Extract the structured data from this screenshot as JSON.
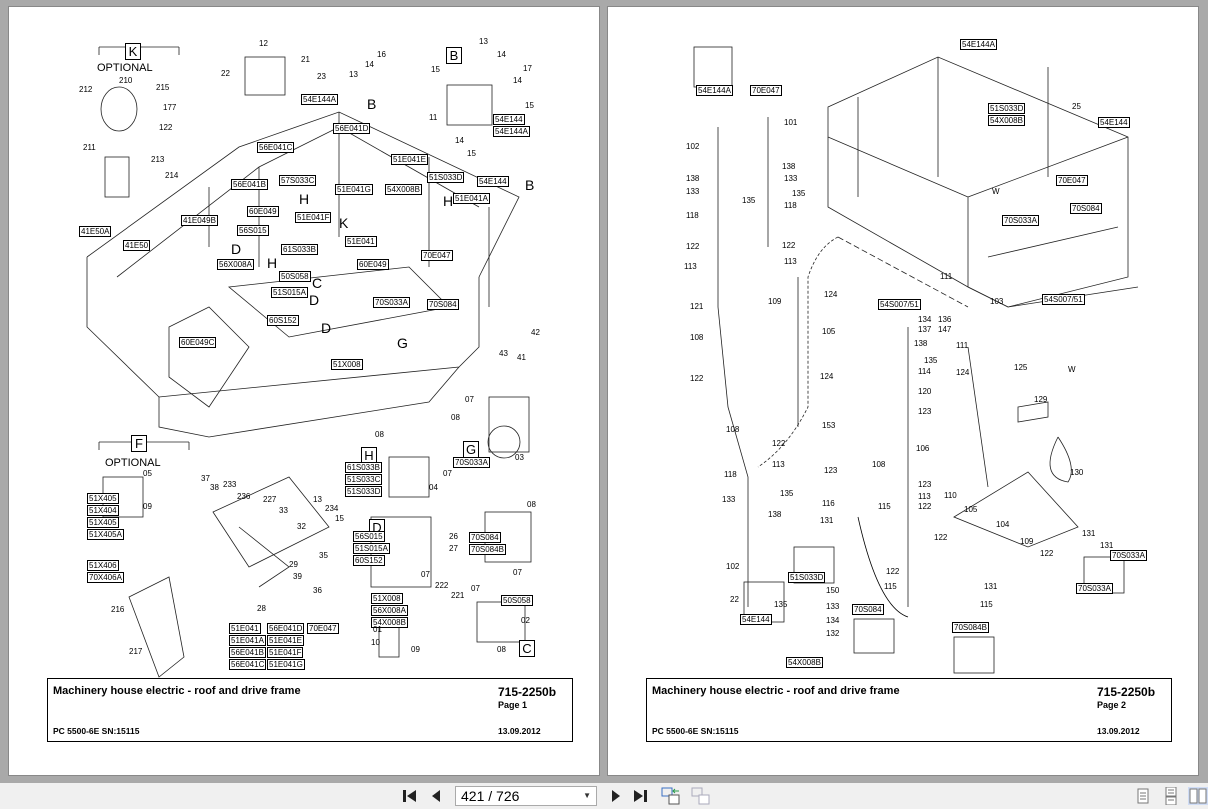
{
  "viewer": {
    "page_indicator": "421 / 726",
    "buttons": {
      "first": "first-page",
      "prev": "previous-page",
      "next": "next-page",
      "last": "last-page"
    }
  },
  "page1": {
    "title": "Machinery house electric - roof and drive frame",
    "doc_number": "715-2250b",
    "page": "Page 1",
    "model": "PC 5500-6E SN:15115",
    "date": "13.09.2012",
    "optional_k": "OPTIONAL",
    "optional_f": "OPTIONAL",
    "letters": [
      "K",
      "F",
      "B",
      "H",
      "G",
      "D",
      "C"
    ],
    "callout_letters": [
      "B",
      "B",
      "H",
      "H",
      "K",
      "D",
      "H",
      "C",
      "D",
      "D",
      "G"
    ],
    "boxed": [
      "54E144A",
      "56E041D",
      "56E041C",
      "51E041E",
      "57S033C",
      "51S033D",
      "56E041B",
      "51E041G",
      "54X008B",
      "51E041A",
      "54E144",
      "60E049",
      "51E041F",
      "41E049B",
      "56S015",
      "41E50A",
      "61S033B",
      "51E041",
      "41E50",
      "56X008A",
      "60E049",
      "70E047",
      "50S058",
      "51S015A",
      "70S033A",
      "70S084",
      "60S152",
      "60E049C",
      "51X008",
      "54E144",
      "54E144A",
      "61S033B",
      "51S033C",
      "51S033D",
      "70S033A",
      "51X405",
      "51X404",
      "51X405",
      "51X405A",
      "51X406",
      "70X406A",
      "56S015",
      "51S015A",
      "60S152",
      "70S084",
      "70S084B",
      "51E041",
      "56E041D",
      "70E047",
      "51E041A",
      "51E041E",
      "56E041B",
      "51E041F",
      "56E041C",
      "51E041G",
      "51X008",
      "56X008A",
      "54X008B",
      "50S058"
    ],
    "numbers": [
      "12",
      "21",
      "22",
      "23",
      "210",
      "212",
      "215",
      "177",
      "122",
      "211",
      "213",
      "214",
      "16",
      "14",
      "13",
      "15",
      "11",
      "13",
      "14",
      "17",
      "14",
      "15",
      "14",
      "15",
      "42",
      "43",
      "41",
      "07",
      "08",
      "03",
      "08",
      "04",
      "07",
      "05",
      "09",
      "37",
      "38",
      "233",
      "236",
      "227",
      "13",
      "234",
      "15",
      "33",
      "32",
      "35",
      "39",
      "36",
      "28",
      "29",
      "217",
      "216",
      "08",
      "26",
      "27",
      "07",
      "07",
      "222",
      "221",
      "07",
      "02",
      "08",
      "01",
      "10",
      "09"
    ]
  },
  "page2": {
    "title": "Machinery house electric - roof and drive frame",
    "doc_number": "715-2250b",
    "page": "Page 2",
    "model": "PC 5500-6E SN:15115",
    "date": "13.09.2012",
    "boxed": [
      "54E144A",
      "54E144A",
      "70E047",
      "51S033D",
      "54X008B",
      "54E144",
      "70E047",
      "70S084",
      "70S033A",
      "54S007/51",
      "54S007/51",
      "51S033D",
      "54E144",
      "70S084",
      "70S084B",
      "54X008B",
      "70S033A",
      "70S033A"
    ],
    "numbers": [
      "101",
      "102",
      "138",
      "133",
      "135",
      "118",
      "122",
      "113",
      "121",
      "108",
      "122",
      "109",
      "105",
      "124",
      "124",
      "138",
      "133",
      "135",
      "118",
      "122",
      "113",
      "108",
      "122",
      "113",
      "153",
      "118",
      "123",
      "133",
      "135",
      "138",
      "116",
      "131",
      "102",
      "22",
      "135",
      "133",
      "150",
      "134",
      "132",
      "25",
      "111",
      "103",
      "134",
      "136",
      "137",
      "147",
      "138",
      "135",
      "114",
      "120",
      "123",
      "111",
      "124",
      "125",
      "W",
      "129",
      "130",
      "106",
      "108",
      "123",
      "113",
      "122",
      "110",
      "105",
      "104",
      "109",
      "122",
      "115",
      "122",
      "122",
      "115",
      "131",
      "115",
      "131",
      "131",
      "W"
    ]
  }
}
